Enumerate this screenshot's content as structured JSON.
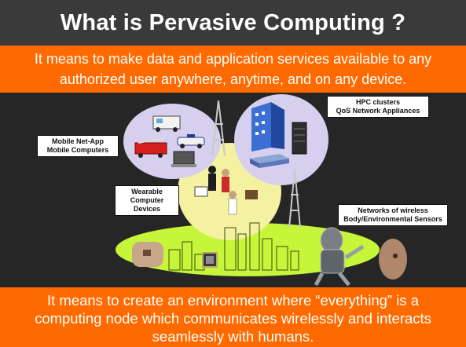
{
  "slide": {
    "title": "What is Pervasive Computing ?",
    "definition_top": {
      "line1": "It means to make data and application services available to any",
      "line2": "authorized user anywhere, anytime, and on any device."
    },
    "definition_bottom": {
      "line1": "It means to create an environment where “everything” is a",
      "line2": "computing node which communicates wirelessly and interacts",
      "line3": "seamlessly with humans."
    },
    "labels": {
      "hpc": {
        "line1": "HPC clusters",
        "line2": "QoS Network Appliances"
      },
      "mobile": {
        "line1": "Mobile Net-App",
        "line2": "Mobile Computers"
      },
      "wearable": {
        "line1": "Wearable",
        "line2": "Computer",
        "line3": "Devices"
      },
      "sensors": {
        "line1": "Networks of  wireless",
        "line2": "Body/Environmental Sensors"
      }
    }
  },
  "colors": {
    "accent_orange": "#ff6a00",
    "title_bar": "#3a3a3a",
    "background": "#262626",
    "lavender_bubble": "#d6d0ee",
    "yellow_bubble": "#f4f2a0",
    "green_disc": "#c6f53a"
  },
  "icons": [
    "ambulance-icon",
    "fire-truck-icon",
    "police-car-icon",
    "laptop-icon",
    "office-building-icon",
    "server-rack-icon",
    "network-appliance-icon",
    "people-icon",
    "tower-icon",
    "robot-icon",
    "sensor-chip-icon",
    "city-skyline-icon"
  ]
}
